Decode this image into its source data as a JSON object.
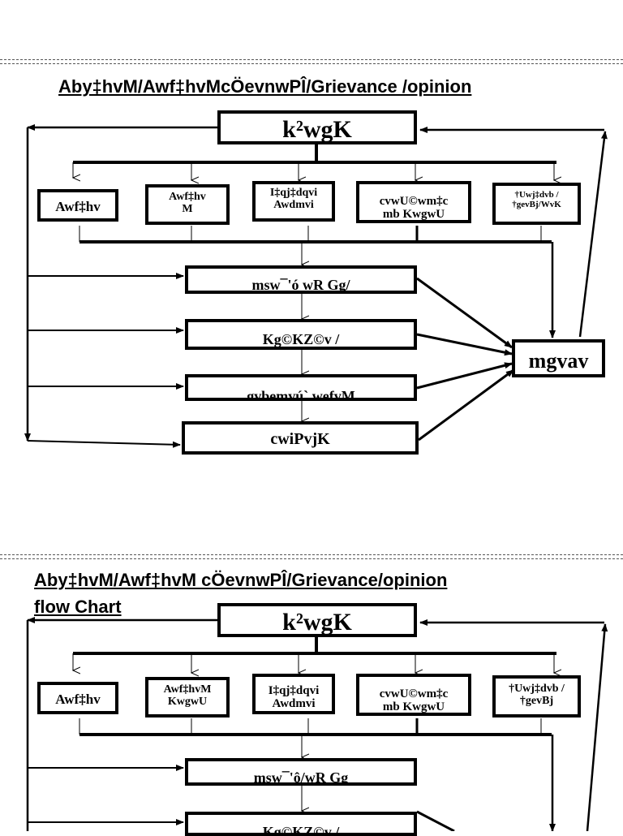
{
  "diagram1": {
    "title": "Aby‡hvM/Awf‡hvMcÖevnwPÎ/Grievance /opinion",
    "top_box": "k²wgK",
    "categories": [
      "Awf‡hv",
      "Awf‡hv M",
      "I‡qj‡dqvi Awdmvi",
      "cvwU©wm‡c mb KwgwU",
      "†Uwj‡dvb / †gevBj/WvK"
    ],
    "steps": [
      "msw¯'ó wR Gg/",
      "Kg©KZ©v /",
      "gvbemvú` wefvM",
      "cwiPvjK"
    ],
    "result_box": "mgvav"
  },
  "diagram2": {
    "title_line1": "Aby‡hvM/Awf‡hvM cÖevnwPÎ/Grievance/opinion",
    "title_line2": "flow Chart",
    "top_box": "k²wgK",
    "categories": [
      "Awf‡hv",
      "Awf‡hvM KwgwU",
      "I‡qj‡dqvi Awdmvi",
      "cvwU©wm‡c mb KwgwU",
      "†Uwj‡dvb / †gevBj"
    ],
    "steps": [
      "msw¯'ô/wR Gg",
      "Kg©KZ©v /"
    ]
  }
}
